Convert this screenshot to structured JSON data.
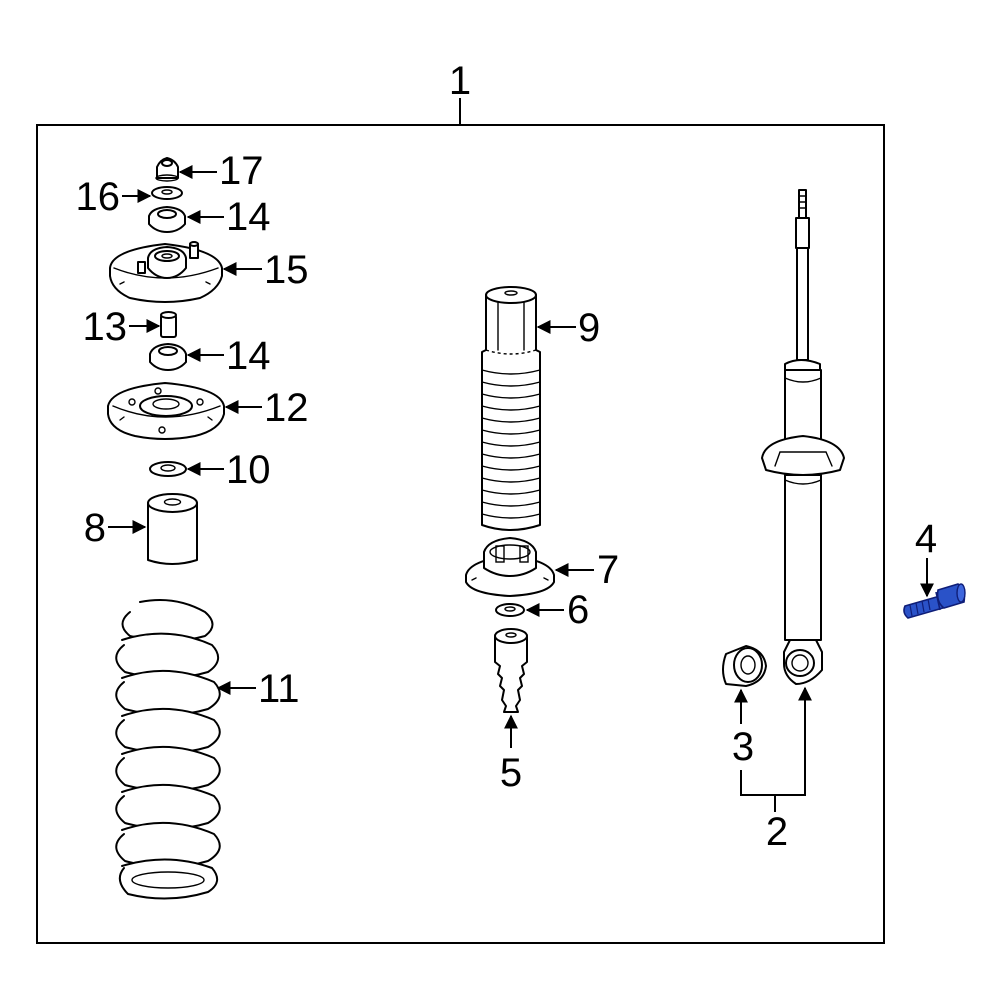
{
  "callouts": {
    "c1": "1",
    "c2": "2",
    "c3": "3",
    "c4": "4",
    "c5": "5",
    "c6": "6",
    "c7": "7",
    "c8": "8",
    "c9": "9",
    "c10": "10",
    "c11": "11",
    "c12": "12",
    "c13": "13",
    "c14a": "14",
    "c14b": "14",
    "c15": "15",
    "c16": "16",
    "c17": "17"
  },
  "colors": {
    "line": "#000000",
    "background": "#ffffff",
    "highlight_fill": "#2a52c8",
    "highlight_stroke": "#0f1e78"
  }
}
